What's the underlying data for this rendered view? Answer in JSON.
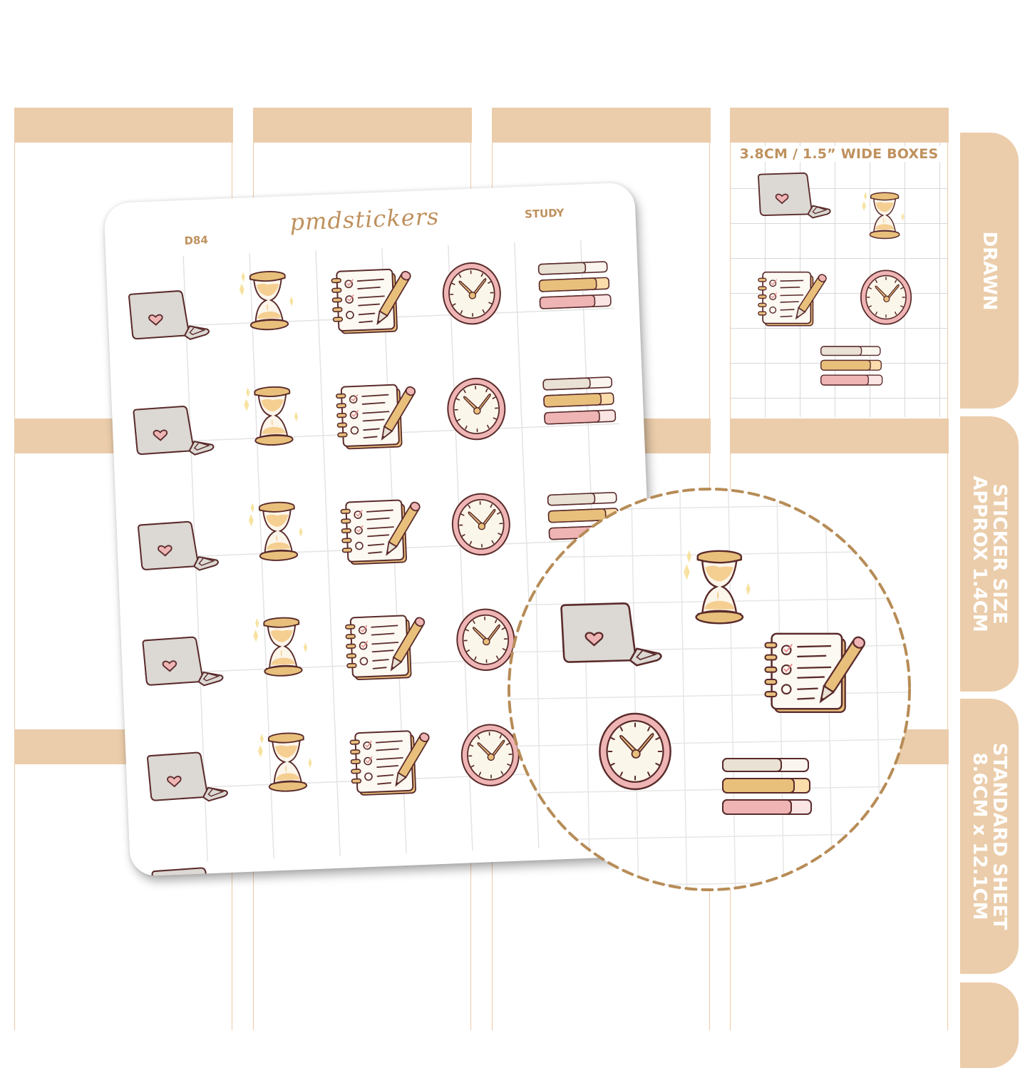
{
  "planner": {
    "columns": 4,
    "header_color": "#ebcdab",
    "border_color": "#efc9a4",
    "box_title": "3.8CM / 1.5” WIDE BOXES"
  },
  "side_tabs": [
    {
      "label": "DRAWN"
    },
    {
      "label_line1": "STICKER SIZE",
      "label_line2": "APPROX 1.4CM"
    },
    {
      "label_line1": "STANDARD SHEET",
      "label_line2": "8.6CM x 12.1CM"
    },
    {
      "label": ""
    }
  ],
  "sheet": {
    "code": "D84",
    "brand": "pmdstickers",
    "theme": "STUDY",
    "rows": 6,
    "icons": [
      "laptop-icon",
      "hourglass-icon",
      "checklist-notebook-icon",
      "clock-icon",
      "book-stack-icon"
    ]
  },
  "colors": {
    "accent_text": "#bf915e",
    "outline": "#5a2b2b",
    "laptop_gray": "#dcd8d3",
    "heart_pink": "#efb5b5",
    "sand": "#f5cf92",
    "gold": "#e8c07c",
    "clock_pink": "#efb5b5",
    "clock_face": "#fbf6ea",
    "book_beige": "#e8e1d4",
    "book_gold": "#e8c07c",
    "book_pink": "#efb5b5",
    "dash_ring": "#b78c57"
  }
}
